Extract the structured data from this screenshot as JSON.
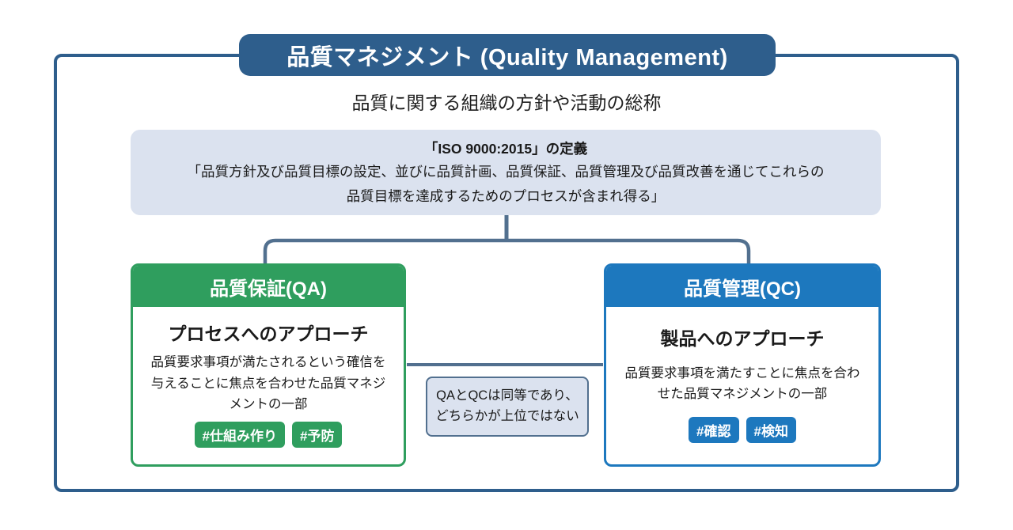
{
  "colors": {
    "frame": "#2e5e8c",
    "connector": "#52708f",
    "green": "#2f9e5e",
    "blue": "#1d78be",
    "panel": "#dbe2ef",
    "ink": "#1a1a1a"
  },
  "title": "品質マネジメント (Quality Management)",
  "subtitle": "品質に関する組織の方針や活動の総称",
  "iso_box": {
    "heading": "「ISO 9000:2015」の定義",
    "line1": "「品質方針及び品質目標の設定、並びに品質計画、品質保証、品質管理及び品質改善を通じてこれらの",
    "line2": "品質目標を達成するためのプロセスが含まれ得る」"
  },
  "qa_box": {
    "header": "品質保証(QA)",
    "heading": "プロセスへのアプローチ",
    "body": "品質要求事項が満たされるという確信を与えることに焦点を合わせた品質マネジメントの一部",
    "tags": [
      "#仕組み作り",
      "#予防"
    ]
  },
  "qc_box": {
    "header": "品質管理(QC)",
    "heading": "製品へのアプローチ",
    "body": "品質要求事項を満たすことに焦点を合わせた品質マネジメントの一部",
    "tags": [
      "#確認",
      "#検知"
    ]
  },
  "note_box": {
    "line1": "QAとQCは同等であり、",
    "line2": "どちらかが上位ではない"
  }
}
